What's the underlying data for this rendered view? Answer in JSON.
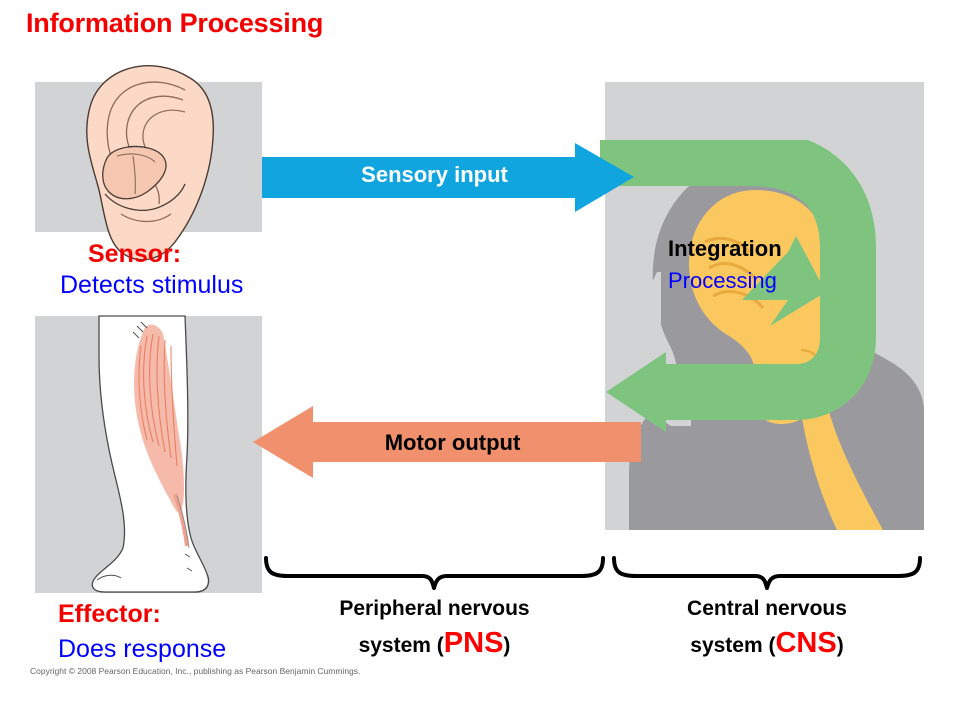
{
  "title": "Information Processing",
  "arrows": {
    "sensory": {
      "label": "Sensory input",
      "color": "#10a5df",
      "text_color": "#ffffff",
      "direction": "right"
    },
    "motor": {
      "label": "Motor output",
      "color": "#f0906d",
      "text_color": "#000000",
      "direction": "left"
    },
    "integration_loop": {
      "color": "#7fc47e",
      "direction": "loop"
    }
  },
  "head": {
    "integration_label": "Integration",
    "processing_label": "Processing",
    "integration_color": "#000000",
    "processing_color": "#0000ff",
    "silhouette_color": "#9a9a9e",
    "brain_color": "#fbc85f",
    "panel_color": "#d2d3d5"
  },
  "captions": {
    "sensor_title": "Sensor:",
    "sensor_sub": "Detects stimulus",
    "effector_title": "Effector:",
    "effector_sub": "Does response",
    "red": "#f40000",
    "blue": "#0000ff"
  },
  "brackets": {
    "pns": {
      "line1": "Peripheral nervous",
      "line2_prefix": "system (",
      "acronym": "PNS",
      "line2_suffix": ")"
    },
    "cns": {
      "line1": "Central nervous",
      "line2_prefix": "system (",
      "acronym": "CNS",
      "line2_suffix": ")"
    },
    "acronym_color": "#ff0000"
  },
  "images": {
    "ear_alt": "ear-illustration",
    "leg_alt": "leg-calf-muscle-illustration",
    "head_alt": "head-brain-silhouette-illustration"
  },
  "copyright": "Copyright © 2008 Pearson Education, Inc., publishing as Pearson Benjamin Cummings."
}
